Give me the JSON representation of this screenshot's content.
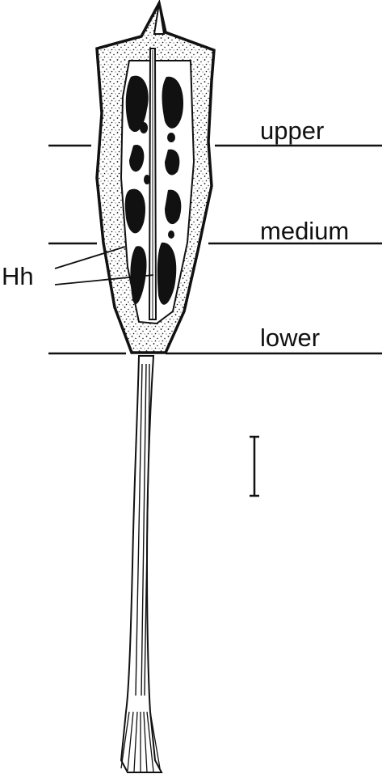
{
  "figure": {
    "labels": {
      "upper": "upper",
      "medium": "medium",
      "lower": "lower",
      "hh": "Hh"
    },
    "colors": {
      "ink": "#111111",
      "paper": "#ffffff"
    }
  }
}
